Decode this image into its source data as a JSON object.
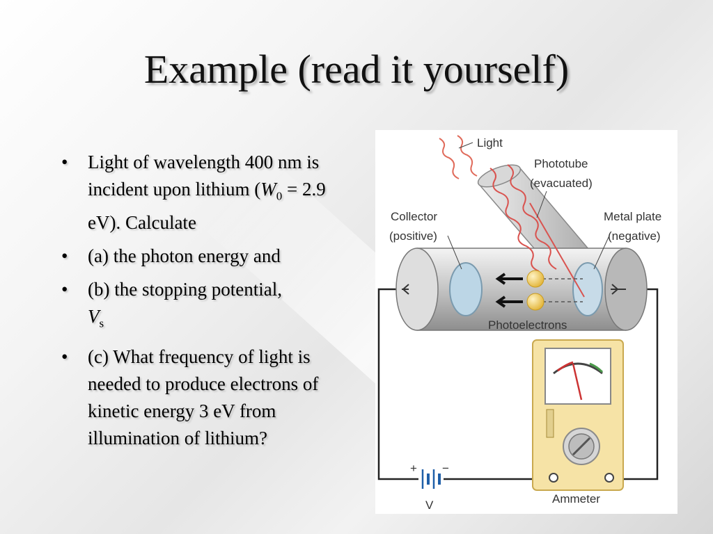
{
  "slide": {
    "title": "Example (read it yourself)",
    "bullets": [
      {
        "pre": "Light of wavelength 400 nm is incident upon lithium (",
        "var": "W",
        "sub": "0",
        "post": " = 2.9 eV). Calculate"
      },
      {
        "text": "(a) the photon energy and"
      },
      {
        "text": "(b) the stopping potential,",
        "var": "V",
        "sub": "s"
      },
      {
        "text": "(c) What frequency of light is needed to produce electrons of kinetic energy 3 eV from illumination of lithium?"
      }
    ]
  },
  "figure": {
    "labels": {
      "light": "Light",
      "phototube_1": "Phototube",
      "phototube_2": "(evacuated)",
      "collector_1": "Collector",
      "collector_2": "(positive)",
      "metal_1": "Metal plate",
      "metal_2": "(negative)",
      "photoelectrons": "Photoelectrons",
      "ammeter": "Ammeter",
      "battery": "V",
      "plus": "+",
      "minus": "−"
    },
    "colors": {
      "light_wave": "#d9534f",
      "meter_body": "#f6e3a6",
      "electron": "#f2c84b"
    }
  }
}
